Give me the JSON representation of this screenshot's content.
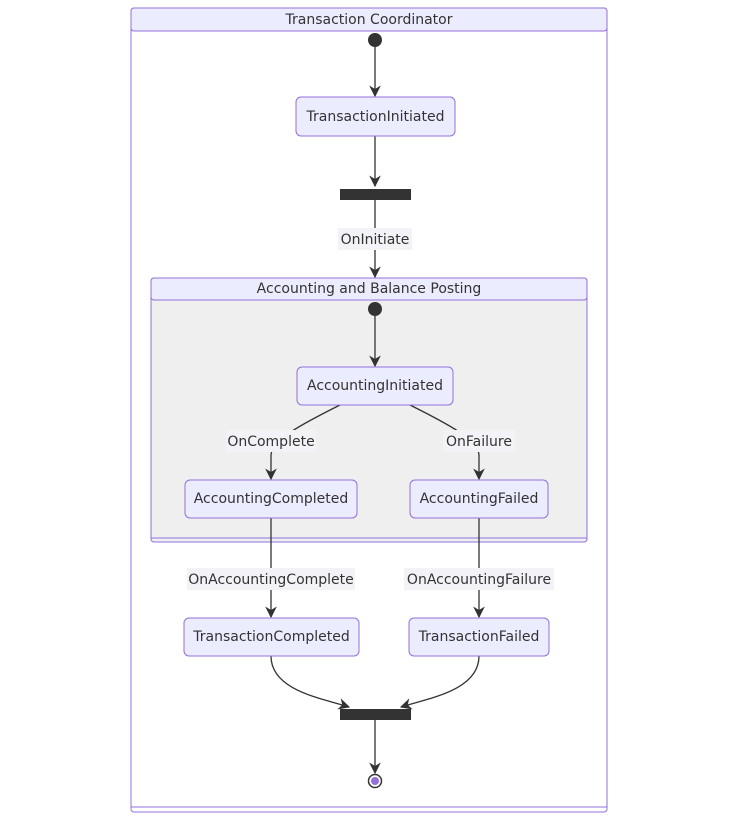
{
  "diagram": {
    "outer_cluster_title": "Transaction Coordinator",
    "inner_cluster_title": "Accounting and Balance Posting",
    "states": {
      "transaction_initiated": "TransactionInitiated",
      "accounting_initiated": "AccountingInitiated",
      "accounting_completed": "AccountingCompleted",
      "accounting_failed": "AccountingFailed",
      "transaction_completed": "TransactionCompleted",
      "transaction_failed": "TransactionFailed"
    },
    "transitions": {
      "on_initiate": "OnInitiate",
      "on_complete": "OnComplete",
      "on_failure": "OnFailure",
      "on_accounting_complete": "OnAccountingComplete",
      "on_accounting_failure": "OnAccountingFailure"
    }
  },
  "colors": {
    "state_fill": "#ECECFF",
    "state_stroke": "#9370DB",
    "inner_cluster_fill": "#EFEFEF",
    "edge": "#333333",
    "end_dot": "#9370DB"
  }
}
